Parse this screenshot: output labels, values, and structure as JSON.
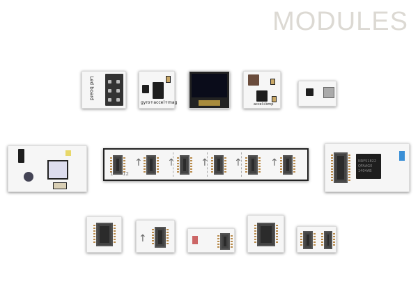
{
  "header": {
    "title": "MODULES"
  },
  "boards": {
    "led_board": "Led board",
    "imu": "gyro+accel+mag",
    "baro": "accel+bmp",
    "chip_text": "NRF51822 QFAAG0 1404AB"
  },
  "strip": {
    "pin_label_left": "1",
    "pin_label_right": "12",
    "arrow": "↑"
  }
}
